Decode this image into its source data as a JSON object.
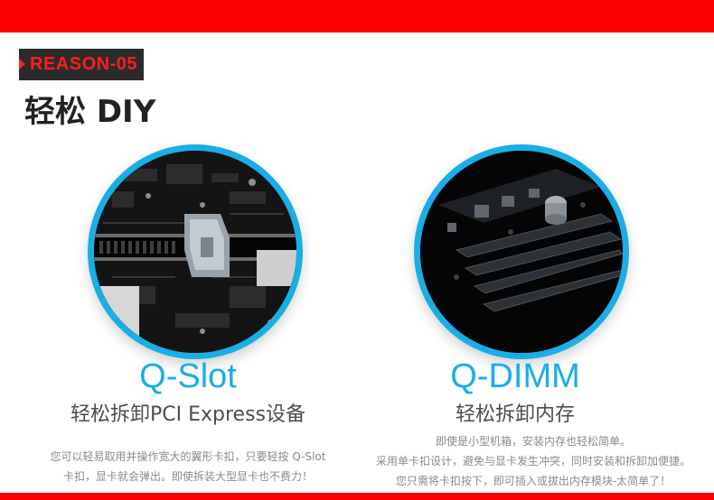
{
  "badge": {
    "label": "REASON-05"
  },
  "title": "轻松 DIY",
  "features": [
    {
      "name": "Q-Slot",
      "subtitle": "轻松拆卸PCI Express设备",
      "description": [
        "您可以轻易取用并操作宽大的翼形卡扣，只要轻按 Q-Slot",
        "卡扣，显卡就会弹出。即使拆装大型显卡也不费力！"
      ]
    },
    {
      "name": "Q-DIMM",
      "subtitle": "轻松拆卸内存",
      "description": [
        "即使是小型机箱，安装内存也轻松简单。",
        "采用单卡扣设计，避免与显卡发生冲突，同时安装和拆卸加便捷。",
        "您只需将卡扣按下，即可插入或拔出内存模块-太简单了！"
      ]
    }
  ],
  "colors": {
    "accent_red": "#ff0000",
    "accent_blue": "#19aee6",
    "badge_bg": "#2b2b2b",
    "badge_text": "#ff1e1e"
  }
}
